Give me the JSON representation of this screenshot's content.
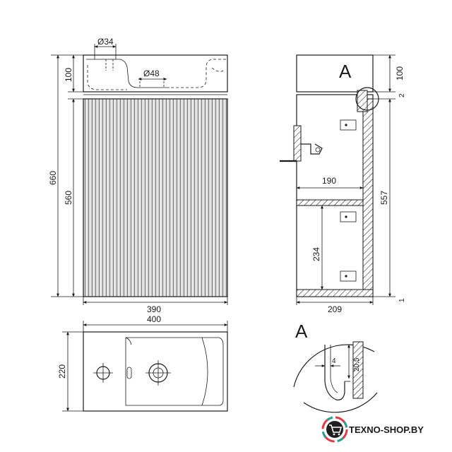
{
  "front_view": {
    "dims": {
      "hole_small": "Ø34",
      "hole_drain": "Ø48",
      "top_height": "100",
      "total_height": "660",
      "body_height": "560",
      "body_width": "390"
    }
  },
  "side_view": {
    "dims": {
      "top_height": "100",
      "gap": "2",
      "shelf_depth": "190",
      "inner_height": "557",
      "shelf_height": "234",
      "bottom_gap": "1",
      "depth": "209"
    },
    "detail_marker": "A"
  },
  "top_view": {
    "dims": {
      "width": "400",
      "depth": "220"
    }
  },
  "detail_view": {
    "label": "A",
    "dims": {
      "width": "4",
      "height": "20,5"
    }
  },
  "brand": {
    "text": "TEXNO-SHOP.BY",
    "colors": {
      "cart_bg": "#1f1f1f",
      "ring_colors": [
        "#e63946",
        "#f4a261",
        "#2a9d8f",
        "#7b2cbf"
      ]
    }
  }
}
